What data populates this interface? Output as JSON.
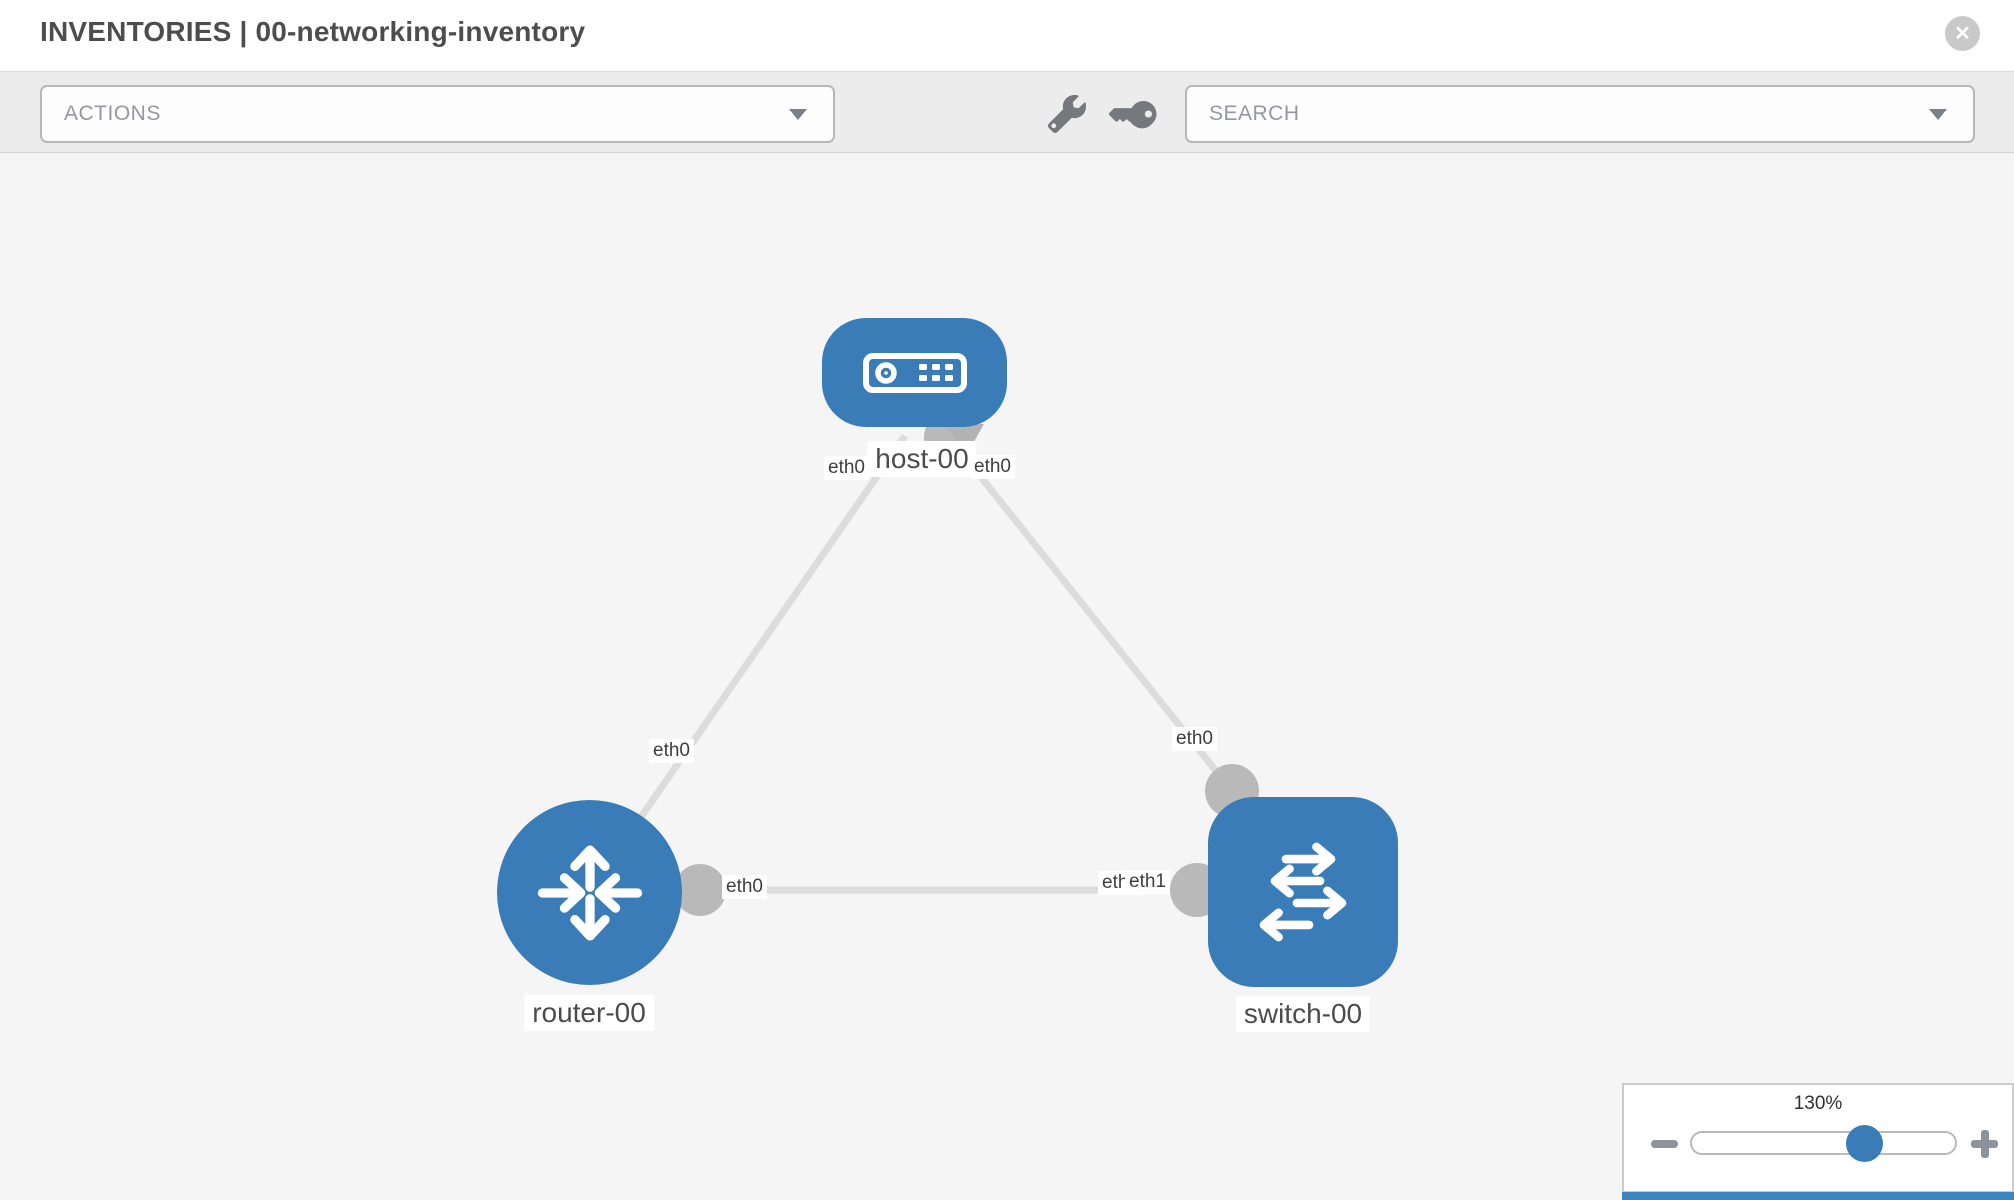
{
  "header": {
    "title": "INVENTORIES | 00-networking-inventory",
    "close_glyph": "✕",
    "close_icon": "circle-x-icon"
  },
  "toolbar": {
    "actions_placeholder": "ACTIONS",
    "search_placeholder": "SEARCH",
    "icons": [
      "wrench-icon",
      "key-icon"
    ]
  },
  "topology": {
    "nodes": [
      {
        "label": "host-00",
        "type": "host",
        "icon": "server-icon"
      },
      {
        "label": "router-00",
        "type": "router",
        "icon": "router-arrows-icon"
      },
      {
        "label": "switch-00",
        "type": "switch",
        "icon": "switch-arrows-icon"
      }
    ],
    "links": [
      {
        "source": "host-00",
        "target": "router-00"
      },
      {
        "source": "host-00",
        "target": "switch-00"
      },
      {
        "source": "router-00",
        "target": "switch-00"
      }
    ],
    "interfaces": {
      "host_left": "eth0",
      "host_right": "eth0",
      "router_top": "eth0",
      "router_right": "eth0",
      "switch_top": "eth0",
      "switch_left_hidden": "eth0",
      "switch_left": "eth1"
    }
  },
  "zoom_control": {
    "level": "130%",
    "minus_icon": "zoom-out-icon",
    "plus_icon": "zoom-in-icon"
  },
  "colors": {
    "node_blue": "#3a7cb8",
    "link_gray": "#dcdcdc",
    "connector_gray": "#b9b9b9",
    "canvas_bg": "#f5f5f5",
    "toolbar_bg": "#ececec"
  }
}
